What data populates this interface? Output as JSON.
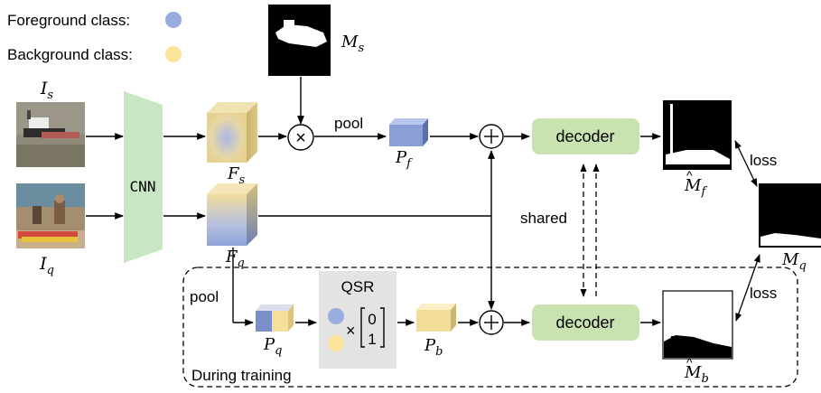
{
  "legend": {
    "foreground": "Foreground class:",
    "background": "Background class:",
    "foreground_color": "#98acdd",
    "background_color": "#fbe49a"
  },
  "labels": {
    "Is_base": "I",
    "Is_sub": "s",
    "Iq_base": "I",
    "Iq_sub": "q",
    "Ms_base": "M",
    "Ms_sub": "s",
    "Fs_base": "F",
    "Fs_sub": "s",
    "Fq_base": "F",
    "Fq_sub": "q",
    "Pf_base": "P",
    "Pf_sub": "f",
    "Pq_base": "P",
    "Pq_sub": "q",
    "Pb_base": "P",
    "Pb_sub": "b",
    "Mf_base": "M",
    "Mf_sub": "f",
    "Mb_base": "M",
    "Mb_sub": "b",
    "Mq_base": "M",
    "Mq_sub": "q"
  },
  "blocks": {
    "cnn": "CNN",
    "decoder_top": "decoder",
    "decoder_bottom": "decoder",
    "qsr": "QSR",
    "vector_top": "0",
    "vector_bottom": "1",
    "times": "×"
  },
  "annotations": {
    "pool_top": "pool",
    "pool_bottom": "pool",
    "shared": "shared",
    "loss_top": "loss",
    "loss_bottom": "loss",
    "training": "During training"
  },
  "colors": {
    "cnn_fill": "#c8e6c4",
    "decoder_fill": "#c8e3b0",
    "qsr_fill": "#e3e3e3",
    "blue": "#8aa0d4",
    "yellow": "#f5df9a"
  }
}
